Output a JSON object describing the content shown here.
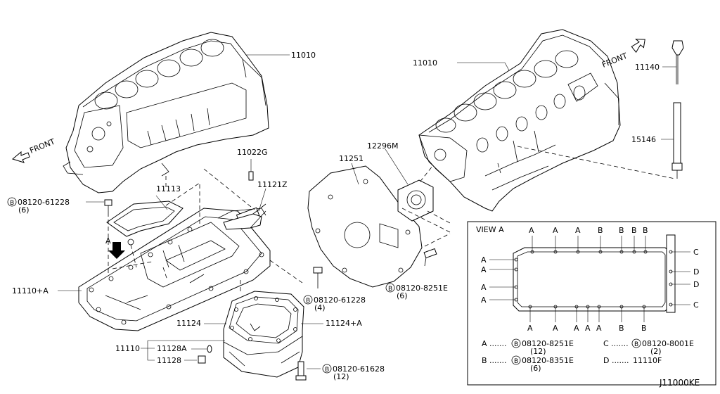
{
  "callouts": {
    "block_left": "11010",
    "block_right": "11010",
    "sensor_pin": "11022G",
    "gasket_small": "11113",
    "sensor": "11121Z",
    "bolt_left_code": "08120-61228",
    "bolt_left_qty": "(6)",
    "oil_pan_upper": "11110+A",
    "rear_plate": "11251",
    "rear_seal": "12296M",
    "bolt_plate_code": "08120-61228",
    "bolt_plate_qty": "(4)",
    "bolt_seal_code": "08120-8251E",
    "bolt_seal_qty": "(6)",
    "gasket_lower_left": "11124",
    "gasket_lower_right": "11124+A",
    "lower_pan": "11110",
    "drain_washer": "11128A",
    "drain_plug": "11128",
    "bolt_lower_code": "08120-61628",
    "bolt_lower_qty": "(12)",
    "dipstick": "11140",
    "dipstick_tube": "15146",
    "front_left": "FRONT",
    "front_right": "FRONT",
    "arrow_a": "A",
    "bolt_marker": "B",
    "diagram_id": "J11000KE"
  },
  "view_a": {
    "title": "VIEW A",
    "top_letters": [
      "A",
      "A",
      "A",
      "B",
      "B",
      "B",
      "B"
    ],
    "bottom_letters": [
      "A",
      "A",
      "A",
      "A",
      "A",
      "B",
      "B"
    ],
    "left_letters": [
      "A",
      "A",
      "A",
      "A"
    ],
    "right_letters": [
      "C",
      "D",
      "D",
      "C"
    ],
    "legend": {
      "a_key": "A .......",
      "a_code": "08120-8251E",
      "a_qty": "(12)",
      "b_key": "B .......",
      "b_code": "08120-8351E",
      "b_qty": "(6)",
      "c_key": "C .......",
      "c_code": "08120-8001E",
      "c_qty": "(2)",
      "d_key": "D .......",
      "d_code": "11110F"
    }
  }
}
